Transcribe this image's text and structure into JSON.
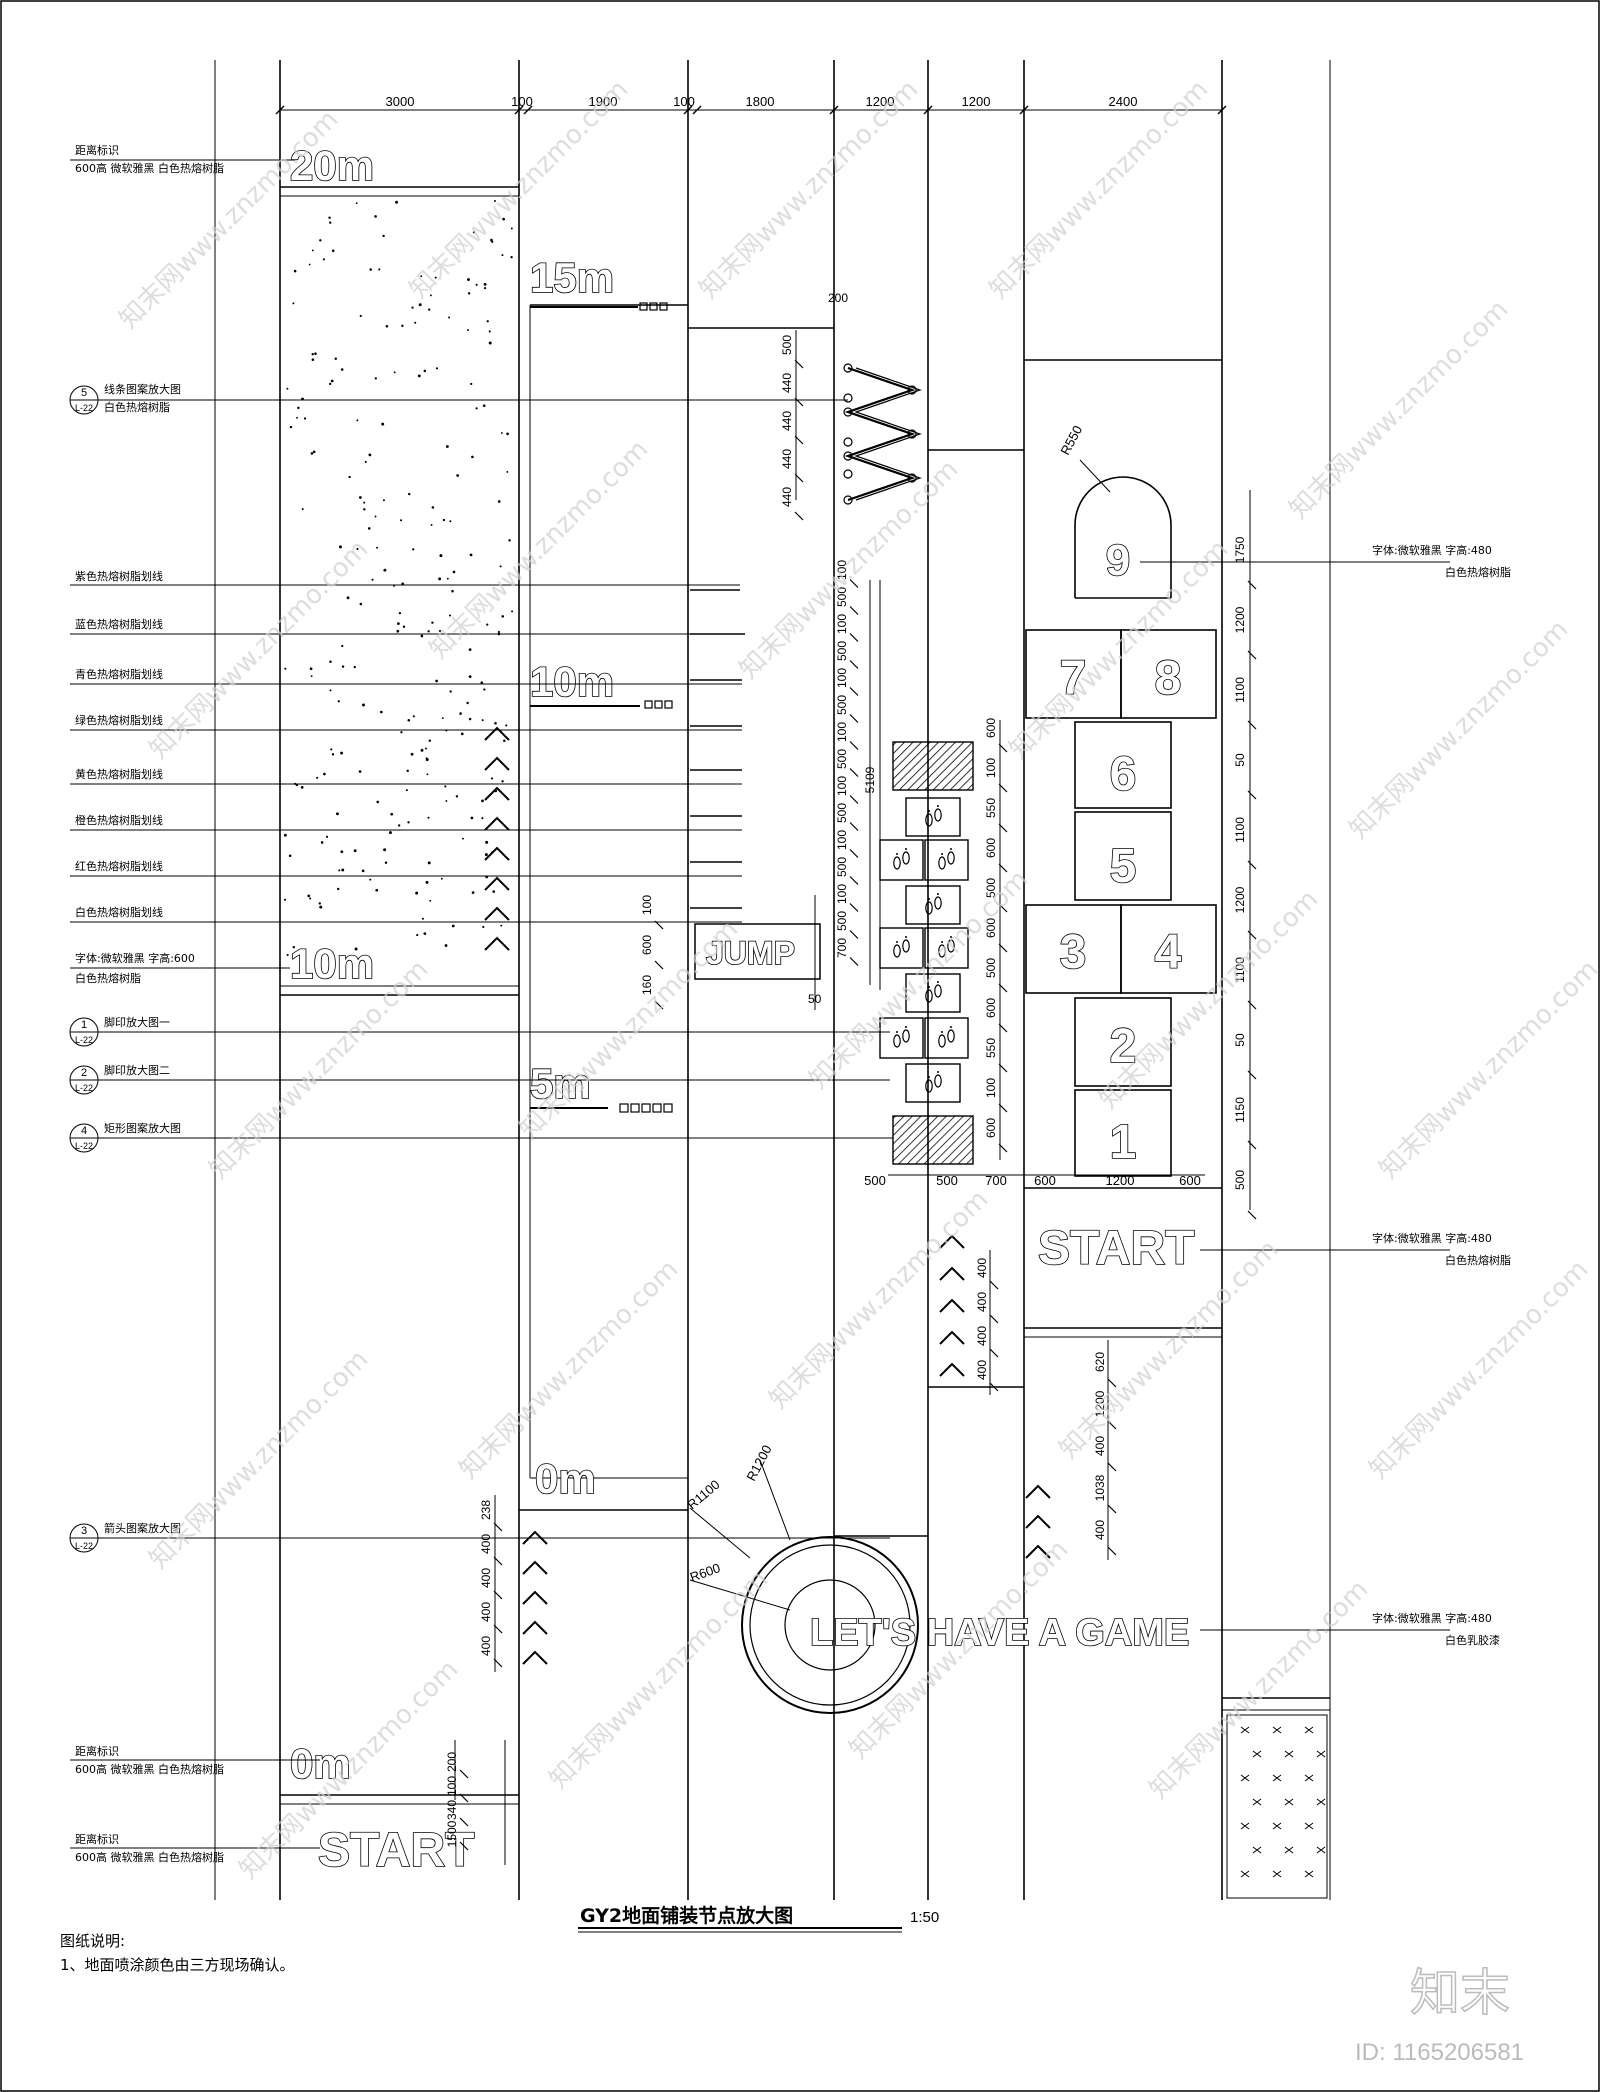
{
  "drawing": {
    "title": "GY2地面铺装节点放大图",
    "scale": "1:50",
    "notes_heading": "图纸说明:",
    "notes": [
      "1、地面喷涂颜色由三方现场确认。"
    ],
    "brand": "知末",
    "id_text": "ID: 1165206581",
    "watermark": "知末网www.znzmo.com"
  },
  "top_dimensions": [
    "3000",
    "100",
    "1900",
    "100",
    "1800",
    "1200",
    "1200",
    "2400"
  ],
  "distance_markers": [
    "20m",
    "15m",
    "10m",
    "10m",
    "5m",
    "0m",
    "0m"
  ],
  "big_words": {
    "start_left": "START",
    "start_right": "START",
    "jump": "JUMP",
    "game": "LET'S HAVE A GAME"
  },
  "hopscotch": [
    "1",
    "2",
    "3",
    "4",
    "5",
    "6",
    "7",
    "8",
    "9"
  ],
  "left_labels": [
    {
      "l1": "距离标识",
      "l2": "600高 微软雅黑 白色热熔树脂"
    },
    {
      "l1": "线条图案放大图",
      "l2": "白色热熔树脂"
    },
    {
      "l1": "紫色热熔树脂划线",
      "l2": ""
    },
    {
      "l1": "蓝色热熔树脂划线",
      "l2": ""
    },
    {
      "l1": "青色热熔树脂划线",
      "l2": ""
    },
    {
      "l1": "绿色热熔树脂划线",
      "l2": ""
    },
    {
      "l1": "黄色热熔树脂划线",
      "l2": ""
    },
    {
      "l1": "橙色热熔树脂划线",
      "l2": ""
    },
    {
      "l1": "红色热熔树脂划线",
      "l2": ""
    },
    {
      "l1": "白色热熔树脂划线",
      "l2": ""
    },
    {
      "l1": "字体:微软雅黑 字高:600",
      "l2": "白色热熔树脂"
    },
    {
      "l1": "脚印放大图一",
      "l2": ""
    },
    {
      "l1": "脚印放大图二",
      "l2": ""
    },
    {
      "l1": "矩形图案放大图",
      "l2": ""
    },
    {
      "l1": "箭头图案放大图",
      "l2": ""
    },
    {
      "l1": "距离标识",
      "l2": "600高 微软雅黑 白色热熔树脂"
    },
    {
      "l1": "距离标识",
      "l2": "600高 微软雅黑 白色热熔树脂"
    }
  ],
  "detail_refs": [
    {
      "num": "5",
      "sheet": "L-22"
    },
    {
      "num": "1",
      "sheet": "L-22"
    },
    {
      "num": "2",
      "sheet": "L-22"
    },
    {
      "num": "4",
      "sheet": "L-22"
    },
    {
      "num": "3",
      "sheet": "L-22"
    }
  ],
  "right_labels": [
    {
      "l1": "字体:微软雅黑  字高:480",
      "l2": "白色热熔树脂"
    },
    {
      "l1": "字体:微软雅黑  字高:480",
      "l2": "白色热熔树脂"
    },
    {
      "l1": "字体:微软雅黑  字高:480",
      "l2": "白色乳胶漆"
    }
  ],
  "radii": [
    "R550",
    "R1200",
    "R1100",
    "R600"
  ],
  "dims": {
    "zigzag": [
      "200",
      "500",
      "440",
      "440",
      "440",
      "440"
    ],
    "lanes": [
      "100",
      "500",
      "100",
      "500",
      "100",
      "500",
      "100",
      "500",
      "100",
      "500",
      "100",
      "500",
      "100",
      "500",
      "700"
    ],
    "total": "5109",
    "jump": [
      "100",
      "600",
      "160",
      "160",
      "50"
    ],
    "feet": [
      "600",
      "100",
      "550",
      "600",
      "500",
      "600",
      "500",
      "600",
      "550",
      "100",
      "600"
    ],
    "feet_bottom": [
      "500",
      "500",
      "700",
      "600",
      "1200",
      "600"
    ],
    "hop_right": [
      "1750",
      "1200",
      "1100",
      "50",
      "1100",
      "1200",
      "1100",
      "50",
      "1150",
      "500"
    ],
    "chev_mid": [
      "400",
      "400",
      "400",
      "400"
    ],
    "chev_right": [
      "620",
      "1200",
      "400",
      "1038",
      "400"
    ],
    "chev_left": [
      "238",
      "400",
      "400",
      "400",
      "400",
      "200",
      "100",
      "340",
      "1500"
    ]
  }
}
